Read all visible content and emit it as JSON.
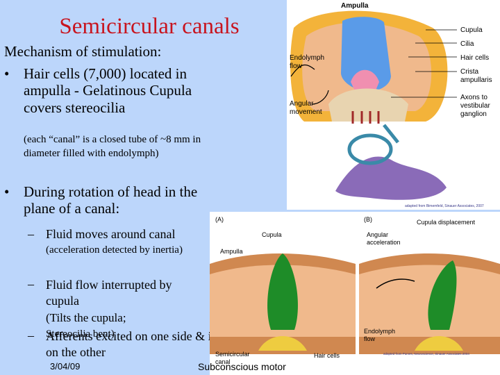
{
  "slide": {
    "title": "Semicircular canals",
    "line1": "Mechanism of stimulation:",
    "bullet_symbol": "•",
    "dash_symbol": "–",
    "bullet1": "Hair cells (7,000) located in ampulla - Gelatinous Cupula covers stereocilia",
    "note1": "(each “canal” is a closed tube of ~8 mm in diameter filled with endolymph)",
    "bullet2": "During rotation of head in the plane of a canal:",
    "sub1": "Fluid moves around canal",
    "sub1_note": "(acceleration detected by inertia)",
    "sub2": "Fluid flow interrupted by cupula",
    "sub2_note_a": "(Tilts the cupula;",
    "sub2_note_b": "Stereocilia bent)",
    "sub3": "Afferents excited on one side & inhibited on the other",
    "date": "3/04/09",
    "footer": "Subconscious motor"
  },
  "figure_top": {
    "title": "Ampulla",
    "labels": {
      "cupula": "Cupula",
      "cilia": "Cilia",
      "hair_cells": "Hair cells",
      "crista1": "Crista",
      "crista2": "ampullaris",
      "endolymph1": "Endolymph",
      "endolymph2": "flow",
      "angular1": "Angular",
      "angular2": "movement",
      "axons1": "Axons to",
      "axons2": "vestibular",
      "axons3": "ganglion"
    },
    "credit": "adapted from Bimemfeld, Sinauer Associates, 2007"
  },
  "figure_bottom": {
    "panel_a": "(A)",
    "panel_b": "(B)",
    "labels": {
      "cupula": "Cupula",
      "ampulla": "Ampulla",
      "semi1": "Semicircular",
      "semi2": "canal",
      "hair_cells": "Hair cells",
      "cup_disp": "Cupula displacement",
      "ang_acc1": "Angular",
      "ang_acc2": "acceleration",
      "endo1": "Endolymph",
      "endo2": "flow"
    },
    "credit": "adapted from Purves, Neuroscience, Sinauer Associates 2004"
  },
  "colors": {
    "background": "#bcd6fb",
    "title": "#c8141e",
    "endolymph": "#f0b98c",
    "cupula_top": "#5a9be8",
    "cupula_bottom": "#1e8c28",
    "wall": "#d08850"
  }
}
